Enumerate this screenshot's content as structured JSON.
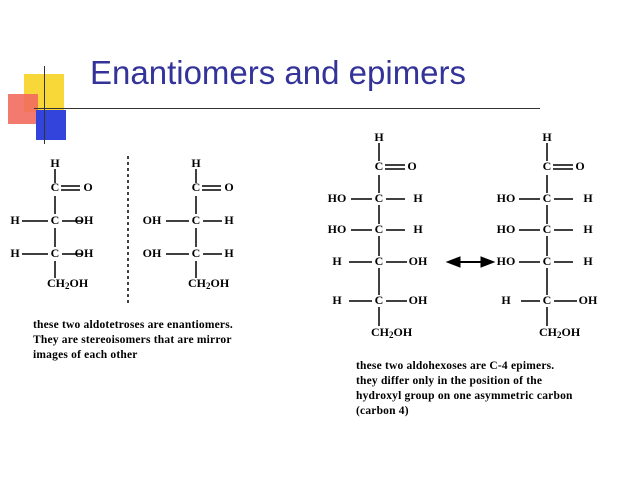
{
  "title": "Enantiomers and epimers",
  "structures": [
    {
      "name": "aldotetrose-1",
      "top": "H",
      "carbonyl": [
        "C",
        "O"
      ],
      "rows": [
        [
          "H",
          "C",
          "OH"
        ],
        [
          "H",
          "C",
          "OH"
        ]
      ],
      "bottom": "CH2OH"
    },
    {
      "name": "aldotetrose-2",
      "top": "H",
      "carbonyl": [
        "C",
        "O"
      ],
      "rows": [
        [
          "OH",
          "C",
          "H"
        ],
        [
          "OH",
          "C",
          "H"
        ]
      ],
      "bottom": "CH2OH"
    },
    {
      "name": "aldohexose-1",
      "top": "H",
      "carbonyl": [
        "C",
        "O"
      ],
      "rows": [
        [
          "HO",
          "C",
          "H"
        ],
        [
          "HO",
          "C",
          "H"
        ],
        [
          "H",
          "C",
          "OH"
        ],
        [
          "H",
          "C",
          "OH"
        ]
      ],
      "bottom": "CH2OH"
    },
    {
      "name": "aldohexose-2",
      "top": "H",
      "carbonyl": [
        "C",
        "O"
      ],
      "rows": [
        [
          "HO",
          "C",
          "H"
        ],
        [
          "HO",
          "C",
          "H"
        ],
        [
          "HO",
          "C",
          "H"
        ],
        [
          "H",
          "C",
          "OH"
        ]
      ],
      "bottom": "CH2OH"
    }
  ],
  "captions": {
    "enantiomers": [
      "these two aldotetroses are enantiomers.",
      "They are stereoisomers that are mirror",
      "images of each other"
    ],
    "epimers": [
      "these two aldohexoses are C-4 epimers.",
      "they differ only in the position of the",
      "hydroxyl group on one asymmetric carbon",
      "(carbon 4)"
    ]
  }
}
